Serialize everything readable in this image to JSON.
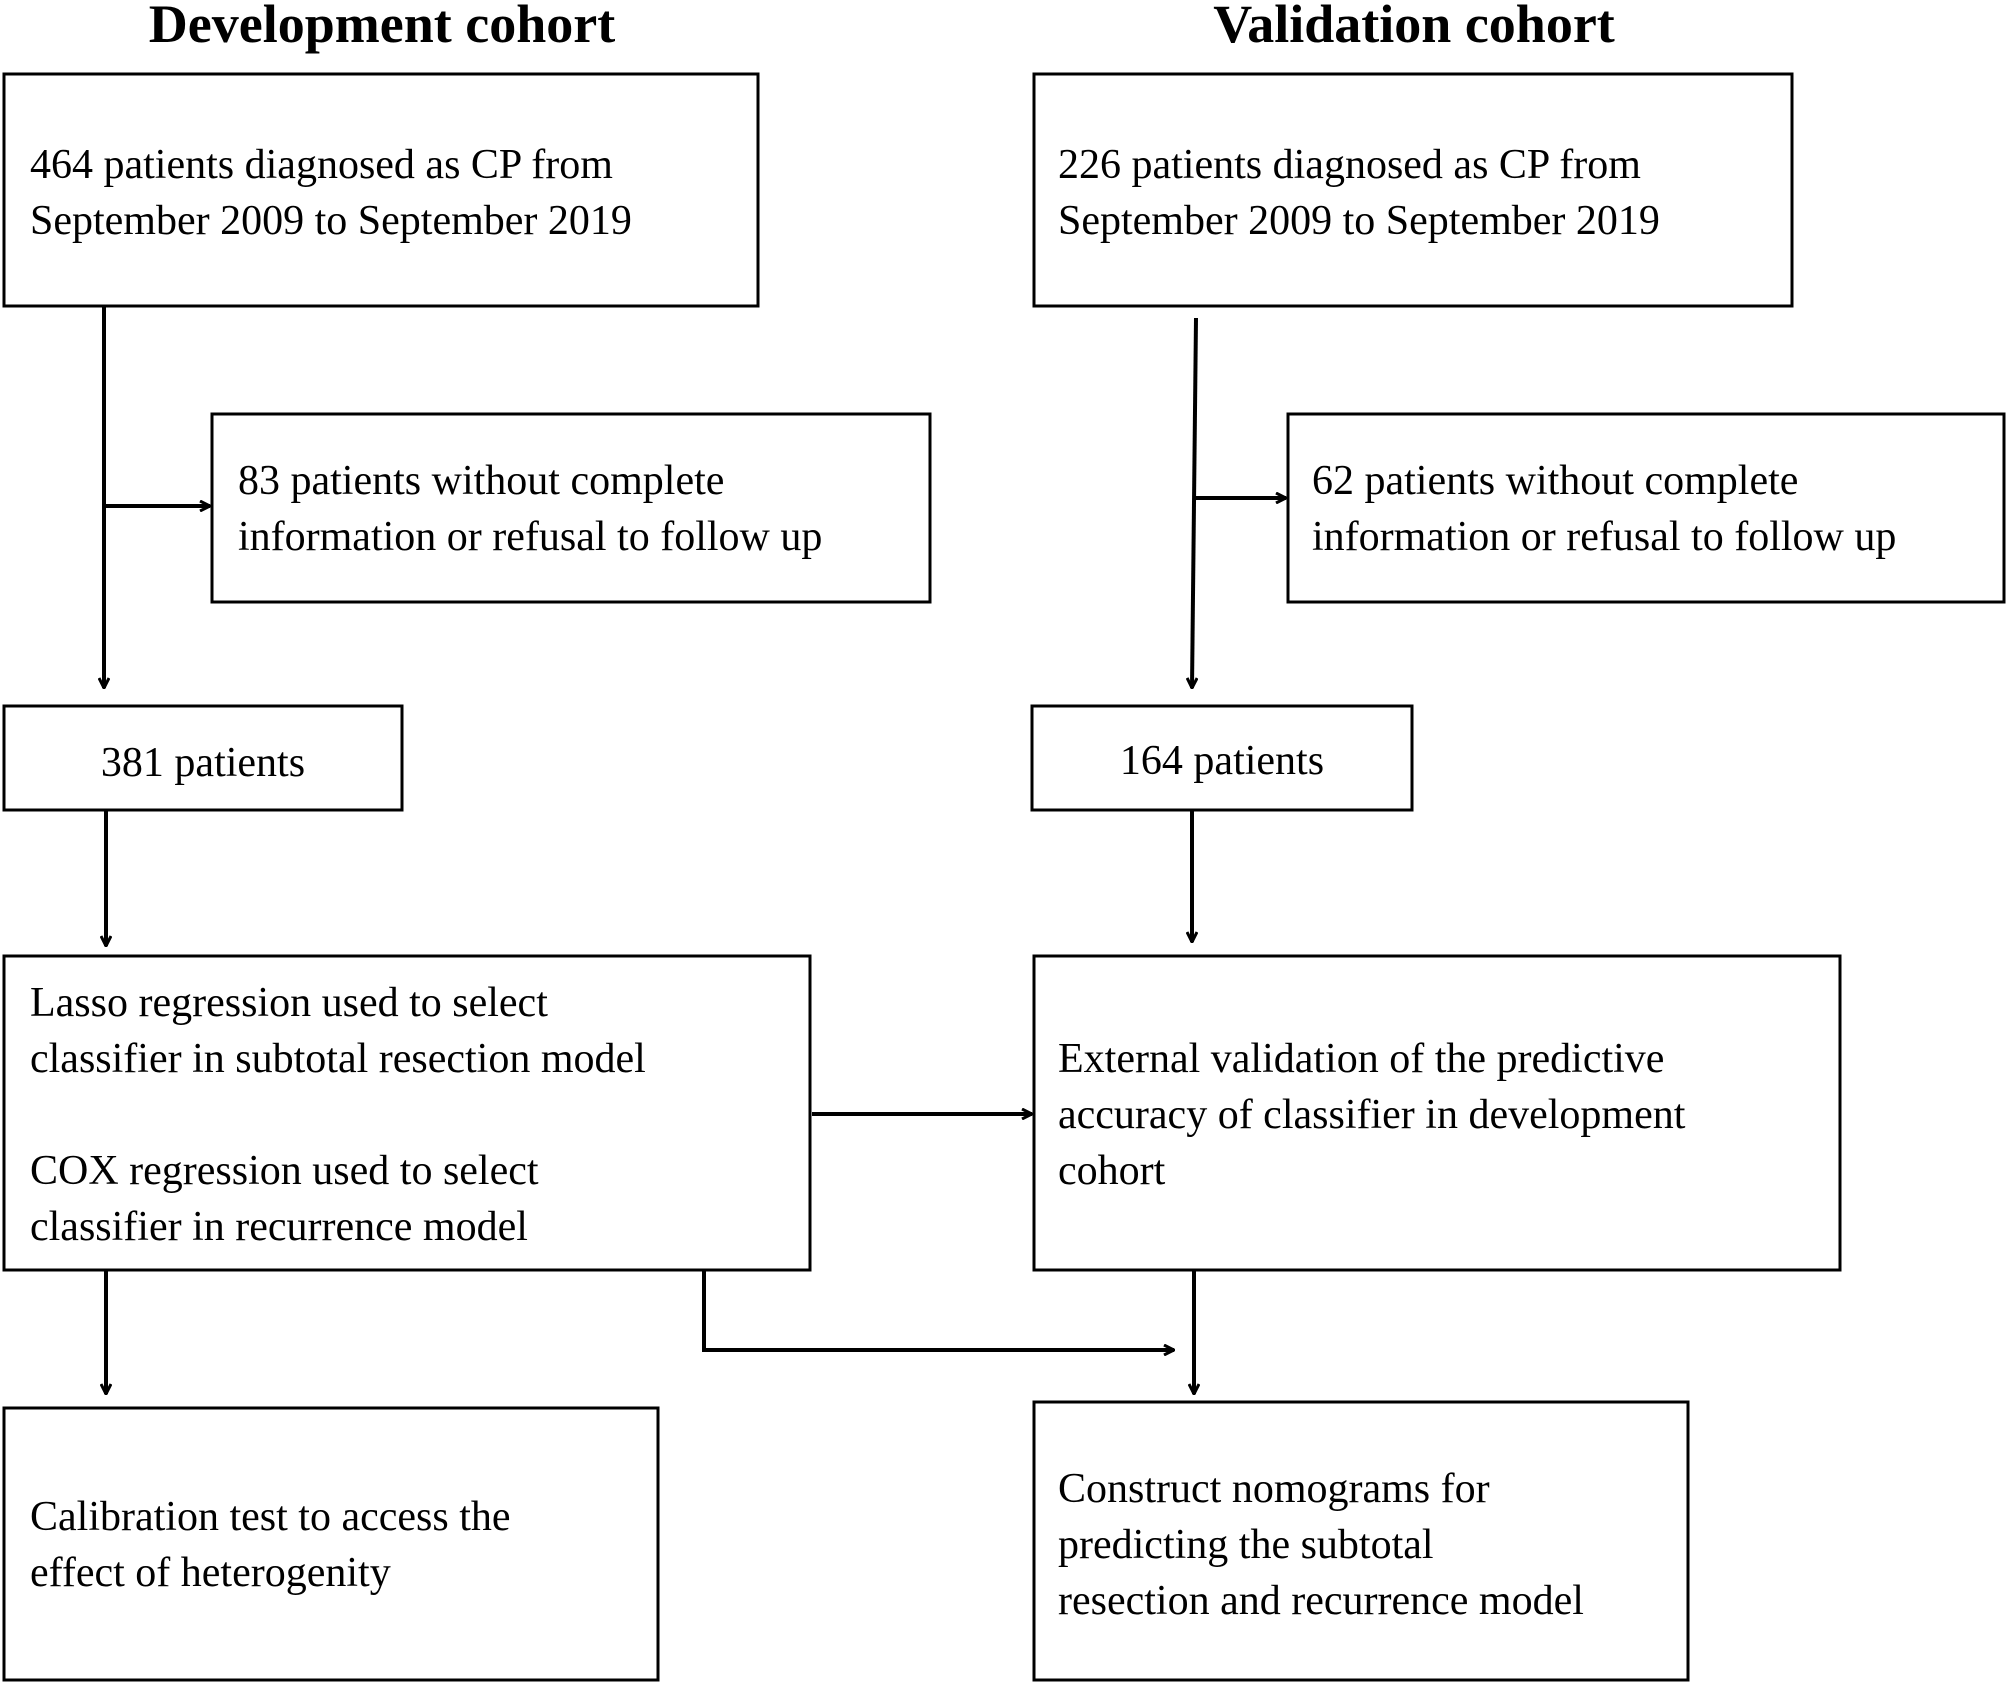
{
  "headers": {
    "development": "Development cohort",
    "validation": "Validation cohort"
  },
  "boxes": {
    "dev_initial": [
      "464 patients diagnosed as CP from",
      "September  2009 to September 2019"
    ],
    "dev_excluded": [
      "83 patients without complete",
      "information or refusal to follow up"
    ],
    "dev_count": [
      "381 patients"
    ],
    "dev_regression": [
      "Lasso regression used to select",
      "classifier in subtotal resection model",
      "COX regression used to select",
      "classifier in  recurrence model"
    ],
    "dev_calibration": [
      "Calibration test to access the",
      "effect of heterogenity"
    ],
    "val_initial": [
      "226 patients diagnosed as CP from",
      "September  2009 to September 2019"
    ],
    "val_excluded": [
      "62 patients without complete",
      "information or refusal to follow up"
    ],
    "val_count": [
      "164 patients"
    ],
    "val_external": [
      "External validation of the predictive",
      "accuracy of classifier in development",
      "cohort"
    ],
    "nomograms": [
      "Construct nomograms for",
      "predicting the subtotal",
      "resection and recurrence model"
    ]
  },
  "colors": {
    "stroke": "#000000",
    "background": "#ffffff"
  }
}
